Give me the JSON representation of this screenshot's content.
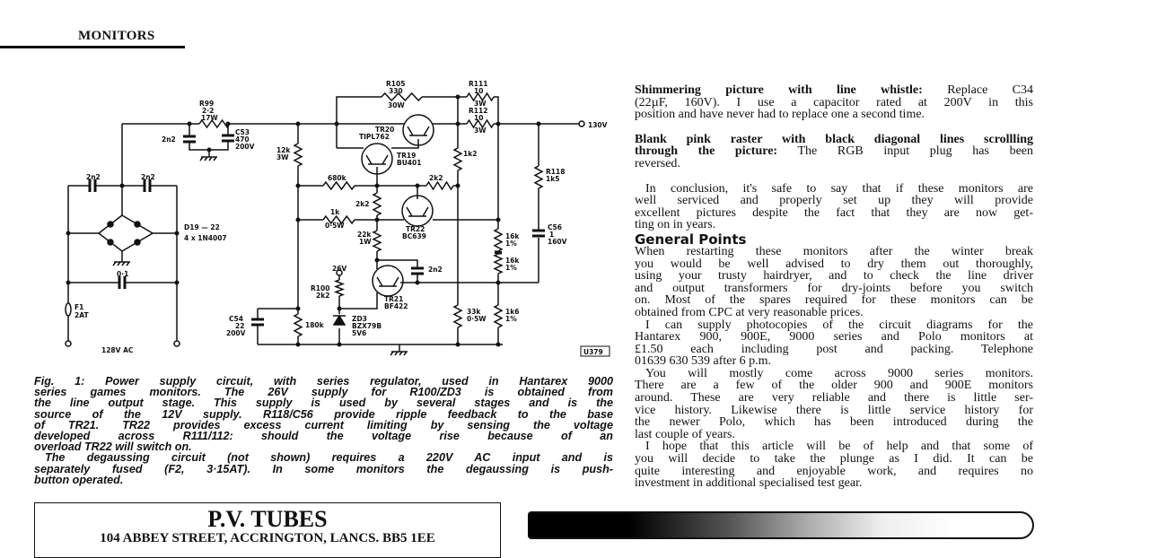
{
  "header": {
    "section": "MONITORS"
  },
  "schematic": {
    "r99": [
      "R99",
      "2·2",
      "17W"
    ],
    "c_2n2_a": "2n2",
    "c53": [
      "C53",
      "470",
      "200V"
    ],
    "c_2n2_b": "2n2",
    "c_2n2_c": "2n2",
    "bridge": [
      "D19 — 22",
      "4 x 1N4007"
    ],
    "c_01": "0·1",
    "fuse": [
      "F1",
      "2AT"
    ],
    "ac_input": "128V AC",
    "r_12k": [
      "12k",
      "3W"
    ],
    "c54": [
      "C54",
      "22",
      "200V"
    ],
    "r_180k": "180k",
    "r105": [
      "R105",
      "330",
      "30W"
    ],
    "r111": [
      "R111",
      "10",
      "3W"
    ],
    "r112": [
      "R112",
      "10",
      "3W"
    ],
    "tr20": [
      "TR20",
      "TIPL762"
    ],
    "tr19": [
      "TR19",
      "BU401"
    ],
    "r_1k2": "1k2",
    "r_680k": "680k",
    "r_2k2_top": "2k2",
    "r_2k2_mid": "2k2",
    "r_1k": [
      "1k",
      "0·5W"
    ],
    "tr22": [
      "TR22",
      "BC639"
    ],
    "r_22k": [
      "22k",
      "1W"
    ],
    "c_2n2_d": "2n2",
    "supply_26v": "26V",
    "r100": [
      "R100",
      "2k2"
    ],
    "tr21": [
      "TR21",
      "BF422"
    ],
    "zd3": [
      "ZD3",
      "BZX79B",
      "5V6"
    ],
    "r_33k": [
      "33k",
      "0·5W"
    ],
    "r_16k_a": [
      "16k",
      "1%"
    ],
    "r_16k_b": [
      "16k",
      "1%"
    ],
    "r_1k6": [
      "1k6",
      "1%"
    ],
    "r118": [
      "R118",
      "1k5"
    ],
    "c56": [
      "C56",
      "1",
      "160V"
    ],
    "output": "130V",
    "fig_ref": "U379"
  },
  "caption": {
    "p1": [
      "Fig. 1: Power supply circuit, with series regulator, used in Hantarex 9000",
      "series games monitors. The 26V supply for R100/ZD3 is obtained from",
      "the line output stage. This supply is used by several stages and is the",
      "source of the 12V supply. R118/C56 provide ripple feedback to the base",
      "of TR21. TR22 provides excess current limiting by sensing the voltage",
      "developed across R111/112: should the voltage rise because of an",
      "overload TR22 will switch on."
    ],
    "p2": [
      "The degaussing circuit (not shown) requires a 220V AC input and is",
      "separately fused (F2, 3·15AT). In some monitors the degaussing is push-",
      "button operated."
    ]
  },
  "article": {
    "fault1": {
      "heading": "Shimmering picture with line whistle:",
      "lines": [
        " Replace C34",
        "(22µF, 160V). I use a capacitor rated at 200V in this",
        "position and have never had to replace one a second time."
      ]
    },
    "fault2": {
      "heading_lines": [
        "Blank pink raster with black diagonal lines scrollling",
        "through the picture:"
      ],
      "lines": [
        " The RGB input plug has been",
        "reversed."
      ]
    },
    "conclusion": [
      "In conclusion, it's safe to say that if these monitors are",
      "well serviced and properly set up they will provide",
      "excellent pictures despite the fact that they are now get-",
      "ting on in years."
    ],
    "general_heading": "General Points",
    "general_p1": [
      "When restarting these monitors after the winter break",
      "you would be well advised to dry them out thoroughly,",
      "using your trusty hairdryer, and to check the line driver",
      "and output transformers for dry-joints before you switch",
      "on. Most of the spares required for these monitors can be",
      "obtained from CPC at very reasonable prices."
    ],
    "general_p2": [
      "I can supply photocopies of the circuit diagrams for the",
      "Hantarex 900, 900E, 9000 series and Polo monitors at",
      "£1.50 each including post and packing. Telephone",
      "01639 630 539 after 6 p.m."
    ],
    "general_p3": [
      "You will mostly come across 9000 series monitors.",
      "There are a few of the older 900 and 900E monitors",
      "around. These are very reliable and there is little ser-",
      "vice history. Likewise there is little service history for",
      "the newer Polo, which has been introduced during the",
      "last couple of years."
    ],
    "general_p4": [
      "I hope that this article will be of help and that some of",
      "you will decide to take the plunge as I did. It can be",
      "quite interesting and enjoyable work, and requires no",
      "investment in additional specialised test gear."
    ]
  },
  "advert": {
    "name": "P.V. TUBES",
    "address": "104 ABBEY STREET, ACCRINGTON, LANCS. BB5 1EE"
  }
}
